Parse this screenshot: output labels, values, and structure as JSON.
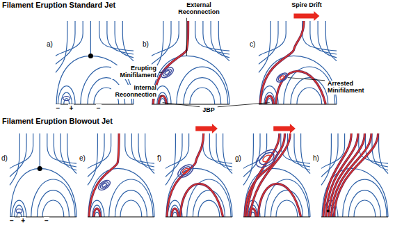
{
  "diagram": {
    "labels": [
      "Filament Eruption Standard Jet",
      "a)",
      "b)",
      "c)",
      "Spire Drift",
      "External Reconnection",
      "Erupting Minifilament",
      "Internal Reconnection",
      "JBP",
      "Arrested Minifilament",
      "−",
      "+",
      "−",
      "Filament Eruption Blowout Jet",
      "d)",
      "e)",
      "f)",
      "g)",
      "h)",
      "−",
      "+",
      "−"
    ]
  }
}
